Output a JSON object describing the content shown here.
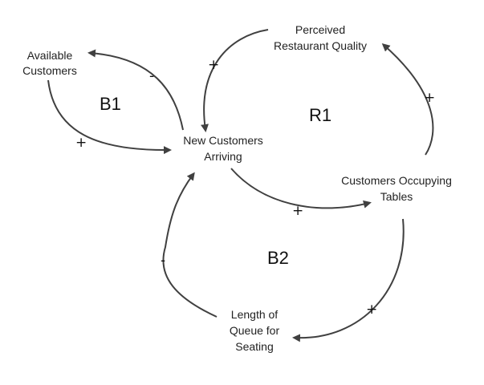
{
  "diagram": {
    "type": "causal-loop",
    "colors": {
      "line": "#404040",
      "text": "#222222",
      "background": "#ffffff"
    },
    "nodes": {
      "available_customers": [
        "Available",
        "Customers"
      ],
      "new_customers_arriving": [
        "New Customers",
        "Arriving"
      ],
      "perceived_quality": [
        "Perceived",
        "Restaurant Quality"
      ],
      "customers_occupying": [
        "Customers Occupying",
        "Tables"
      ],
      "queue_length": [
        "Length of",
        "Queue for",
        "Seating"
      ]
    },
    "loops": {
      "b1": "B1",
      "r1": "R1",
      "b2": "B2"
    },
    "links": [
      {
        "from": "New Customers Arriving",
        "to": "Available Customers",
        "polarity": "-"
      },
      {
        "from": "Available Customers",
        "to": "New Customers Arriving",
        "polarity": "+"
      },
      {
        "from": "Perceived Restaurant Quality",
        "to": "New Customers Arriving",
        "polarity": "+"
      },
      {
        "from": "New Customers Arriving",
        "to": "Customers Occupying Tables",
        "polarity": "+"
      },
      {
        "from": "Customers Occupying Tables",
        "to": "Perceived Restaurant Quality",
        "polarity": "+"
      },
      {
        "from": "Customers Occupying Tables",
        "to": "Length of Queue for Seating",
        "polarity": "+"
      },
      {
        "from": "Length of Queue for Seating",
        "to": "New Customers Arriving",
        "polarity": "-"
      }
    ]
  }
}
